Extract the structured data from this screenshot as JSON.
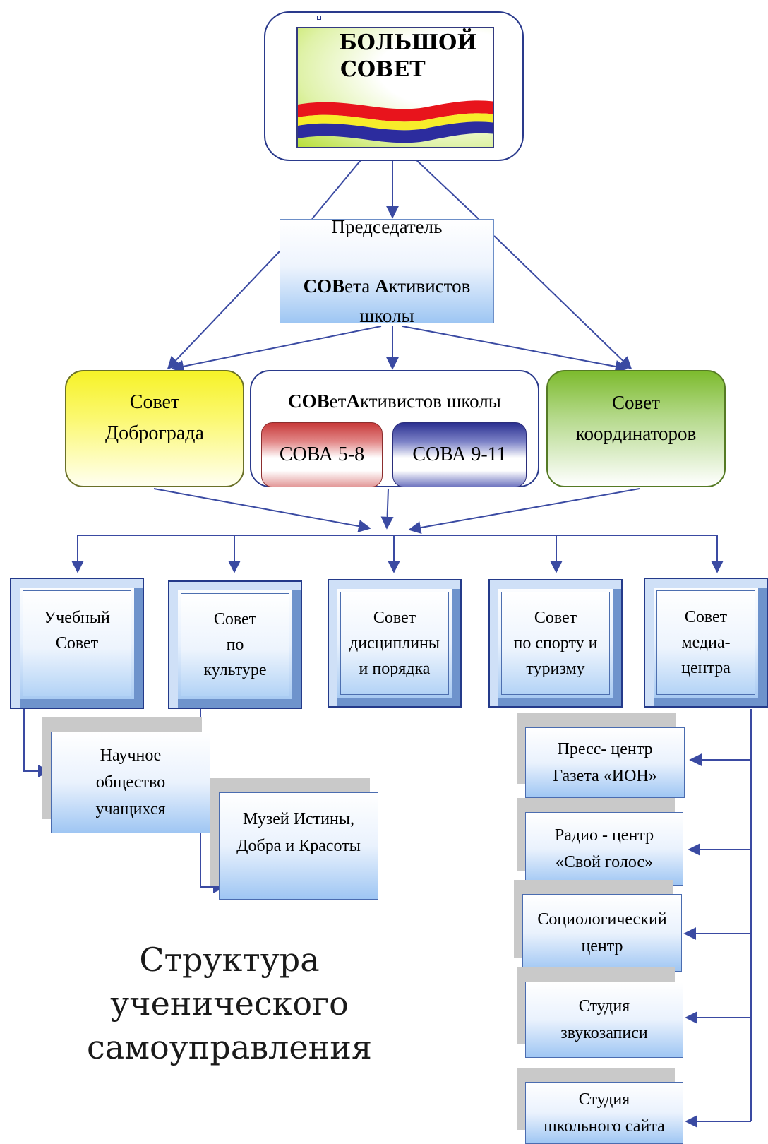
{
  "board": {
    "title_line1": "БОЛЬШОЙ",
    "title_line2": "СОВЕТ",
    "stripe_colors": [
      "#e8141c",
      "#f7ec2a",
      "#2c2c9e"
    ]
  },
  "chairman": {
    "line1": "Председатель",
    "line2_bold": "СОВ",
    "line2_rest": "ета ",
    "line2_bold2": "А",
    "line2_rest2": "ктивистов",
    "line3": "школы"
  },
  "row2": {
    "dobrograd": "Совет\nДоброграда",
    "sova_title_bold": "СОВ",
    "sova_title_rest": "ет ",
    "sova_title_bold2": "А",
    "sova_title_rest2": "ктивистов школы",
    "sova_58": "СОВА 5-8",
    "sova_911": "СОВА 9-11",
    "koordinatorov": "Совет\nкоординаторов"
  },
  "councils": [
    "Учебный\nСовет",
    "Совет\nпо\nкультуре",
    "Совет\nдисциплины\nи порядка",
    "Совет\nпо спорту и\nтуризму",
    "Совет\nмедиа-\nцентра"
  ],
  "left_sub": {
    "nauchnoe": "Научное\nобщество\nучащихся",
    "muzey": "Музей Истины,\nДобра и Красоты"
  },
  "media_sub": [
    "Пресс- центр\nГазета «ИОН»",
    "Радио - центр\n«Свой голос»",
    "Социологический\nцентр",
    "Студия\nзвукозаписи",
    "Студия\nшкольного сайта"
  ],
  "caption": "Структура ученического\nсамоуправления",
  "colors": {
    "arrow": "#3a4aa2",
    "frame": "#2a3a8c"
  }
}
